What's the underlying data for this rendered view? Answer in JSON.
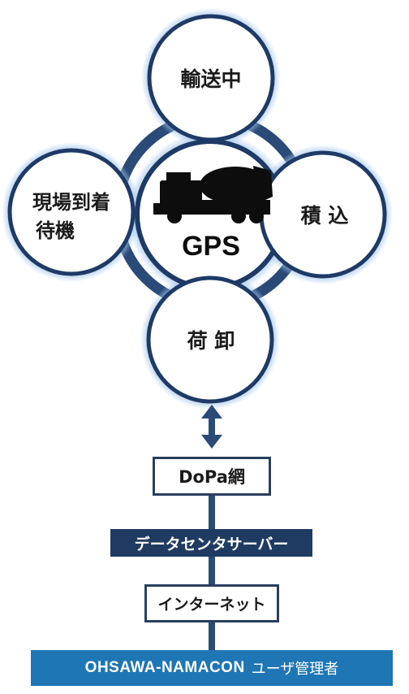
{
  "cycle": {
    "top": "輸送中",
    "right": "積 込",
    "bottom": "荷 卸",
    "left_line1": "現場到着",
    "left_line2": "待機",
    "center": "GPS",
    "center_icon": "concrete-mixer-truck-icon"
  },
  "flow": {
    "dopa": "DoPa網",
    "datacenter": "データセンタサーバー",
    "internet": "インターネット",
    "brand": "OHSAWA-NAMACON",
    "role": "ユーザ管理者"
  },
  "colors": {
    "ring": "#2a4a78",
    "node_border": "#1e3a66",
    "dark_box": "#1f3b62",
    "accent_box": "#1f76b4",
    "connector": "#2a4a78"
  }
}
